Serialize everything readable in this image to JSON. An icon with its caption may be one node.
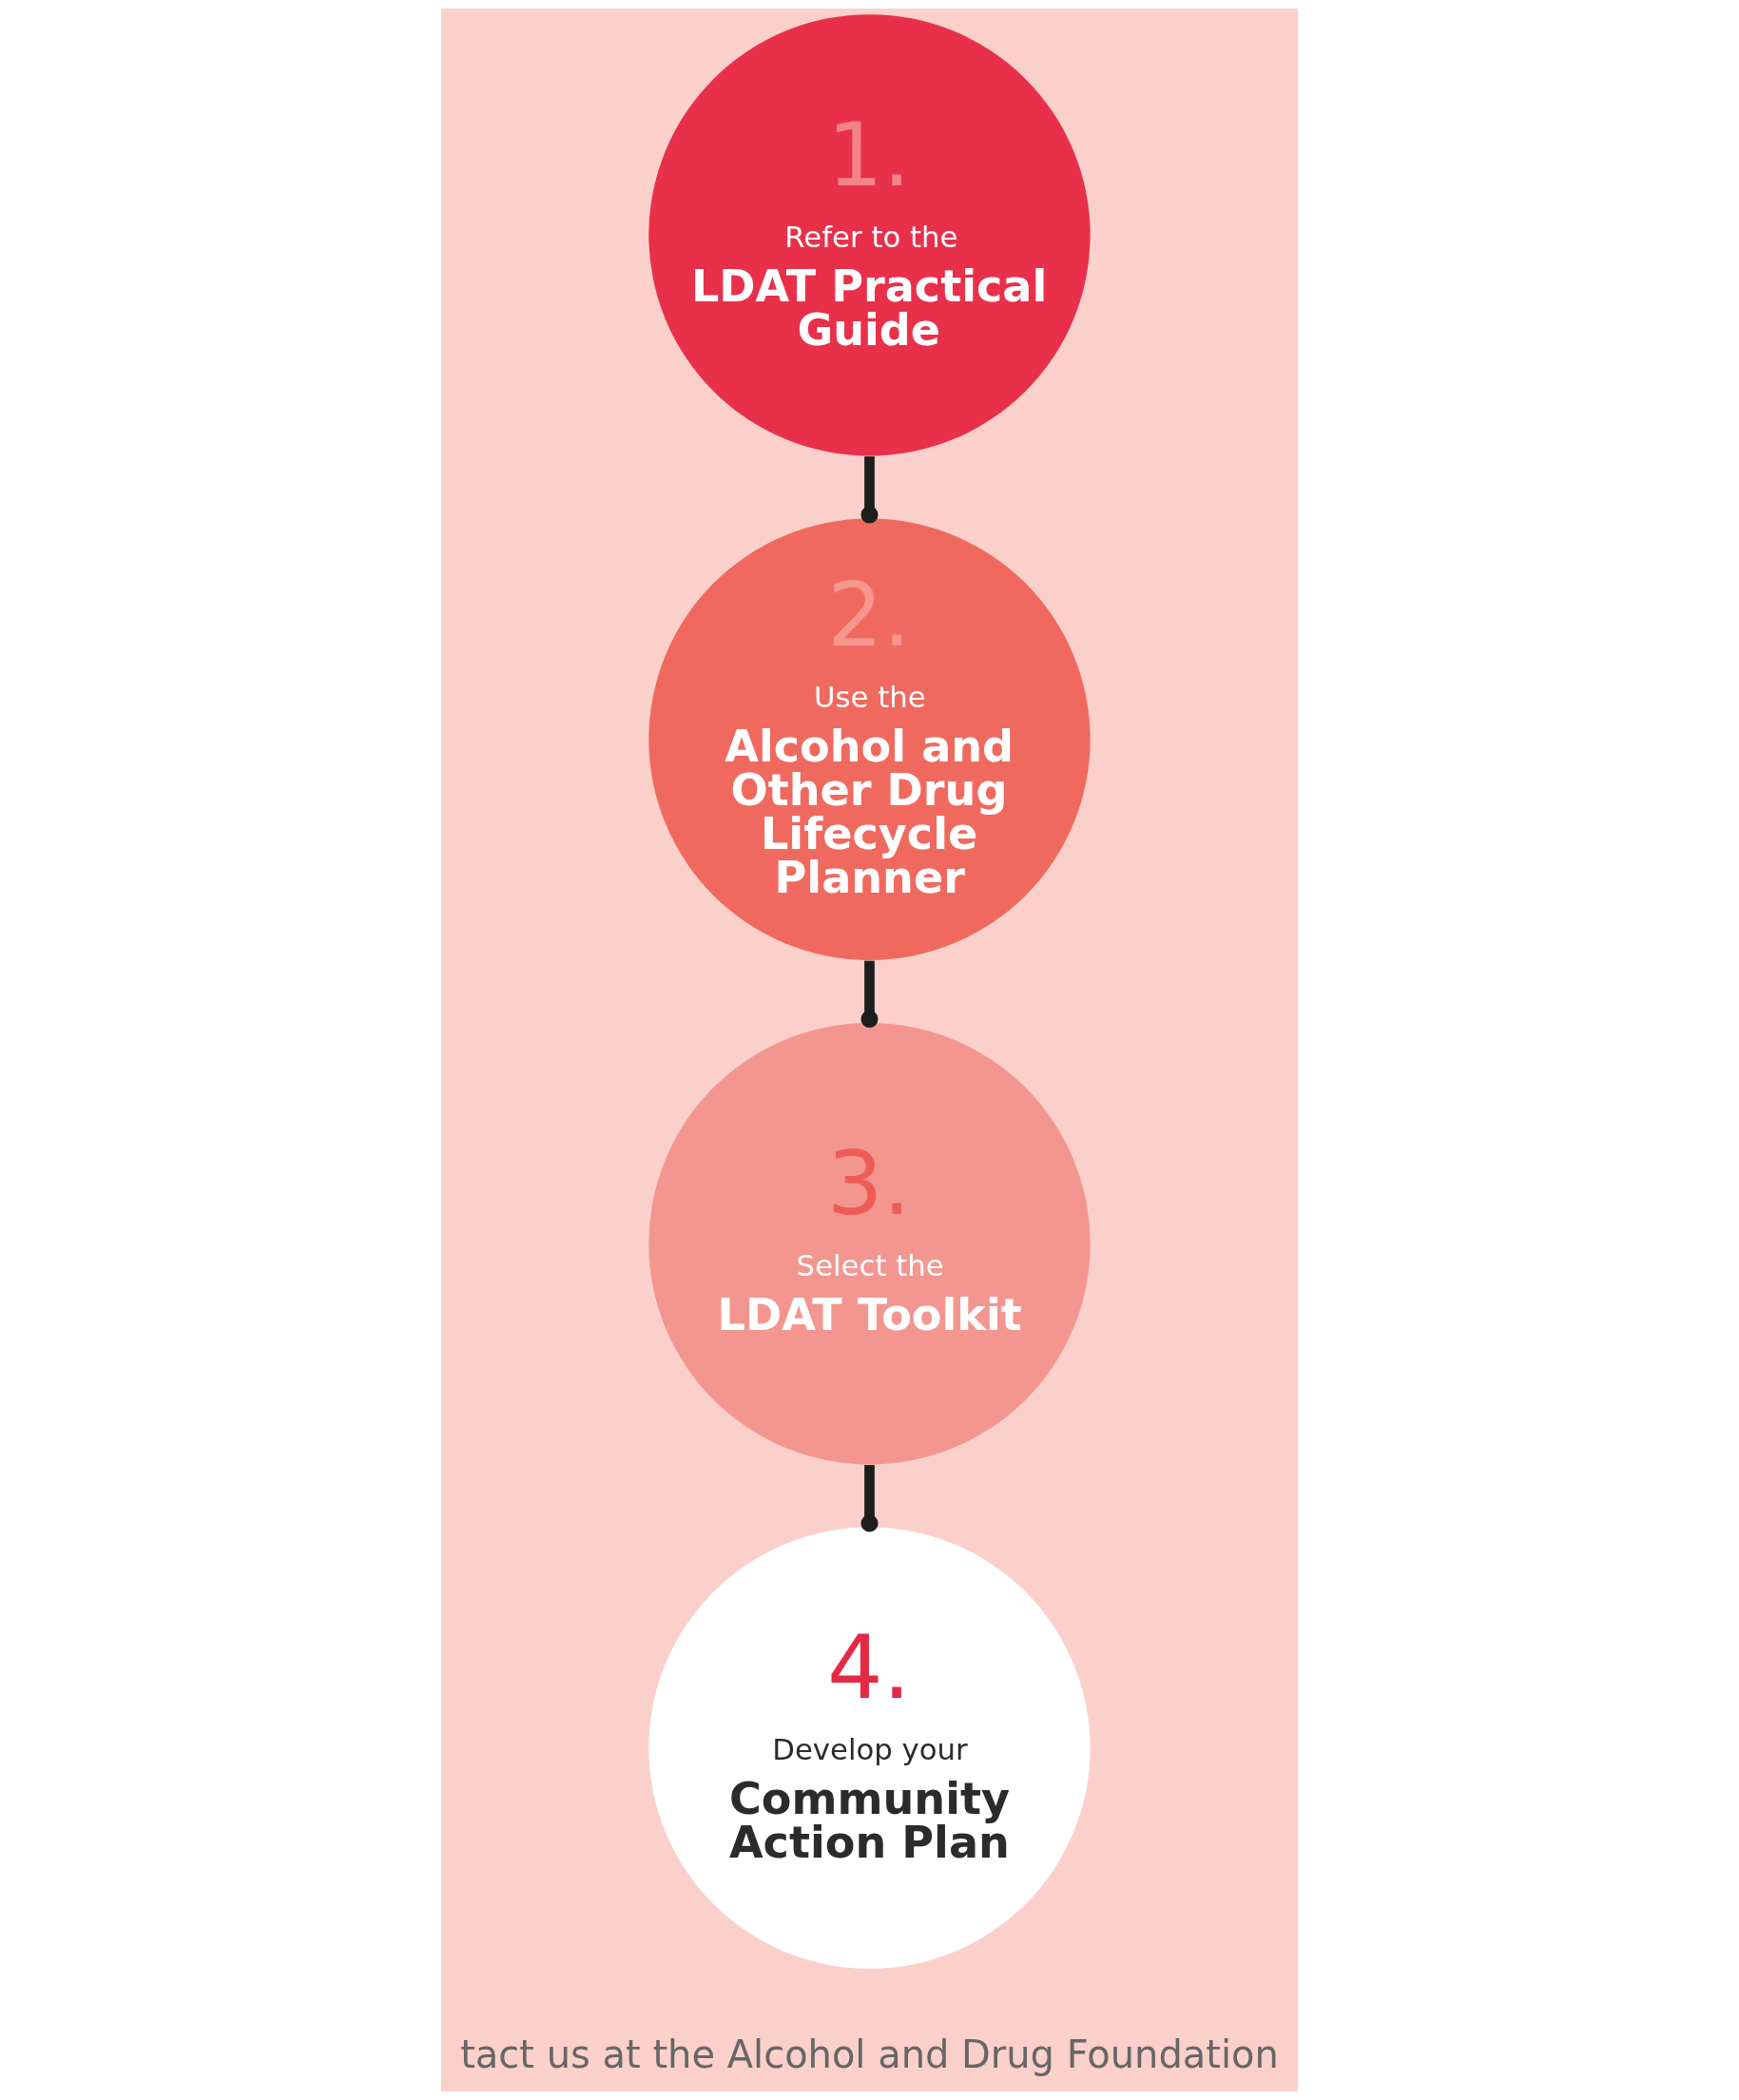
{
  "diagram": {
    "nodes": [
      {
        "text": [
          "1.",
          "Refer to the",
          "LDAT Practical Guide"
        ]
      },
      {
        "text": [
          "2.",
          "Use the",
          "Alcohol and Other Drug Lifecycle Planner"
        ]
      },
      {
        "text": [
          "3.",
          "Select the",
          "LDAT Toolkit"
        ]
      },
      {
        "text": [
          "4.",
          "Develop your",
          "Community Action Plan"
        ]
      }
    ],
    "edges": [
      {
        "from": 0,
        "to": 1,
        "arrow": "other"
      },
      {
        "from": 1,
        "to": 2,
        "arrow": "other"
      },
      {
        "from": 2,
        "to": 3,
        "arrow": "other"
      }
    ],
    "labels": [
      "tact us at the Alcohol and Drug Foundation"
    ]
  }
}
